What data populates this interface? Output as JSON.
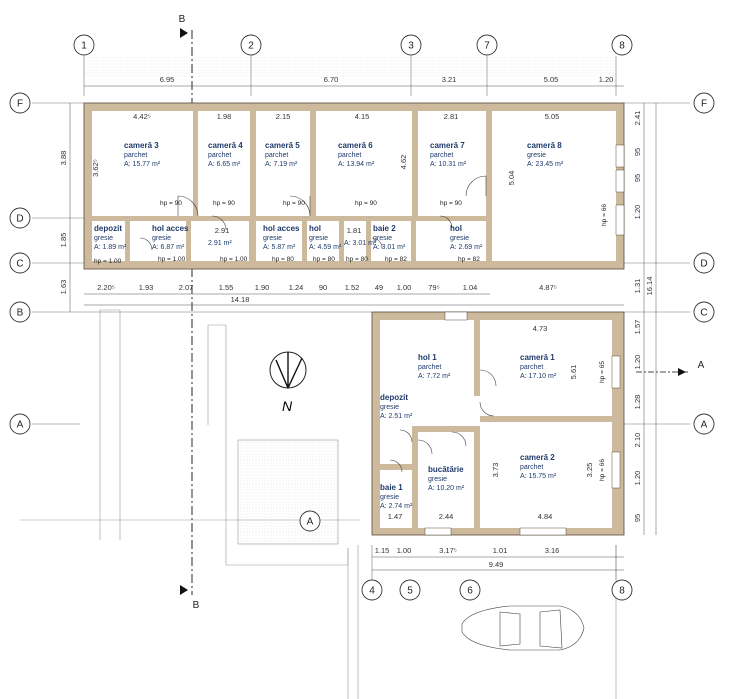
{
  "axes": {
    "top": [
      "1",
      "2",
      "3",
      "7",
      "8"
    ],
    "bottom": [
      "4",
      "5",
      "6",
      "8"
    ],
    "left": [
      "F",
      "D",
      "C",
      "B",
      "A"
    ],
    "right": [
      "F",
      "D",
      "C",
      "A"
    ],
    "section": "B",
    "section_side": "A",
    "inner_a": "A"
  },
  "north": "N",
  "top_dims": [
    "6.95",
    "6.70",
    "3.21",
    "5.05",
    "1.20"
  ],
  "upper_room_widths": [
    "4.42⁵",
    "1.98",
    "2.15",
    "4.15",
    "2.81",
    "5.05"
  ],
  "left_dims": [
    "3.88",
    "3.62⁵",
    "1.85",
    "1.63"
  ],
  "middle_dims": [
    "2.20⁵",
    "1.93",
    "2.07",
    "1.55",
    "1.90",
    "1.24",
    "90",
    "1.52",
    "49",
    "1.00",
    "79⁵",
    "1.04",
    "4.87⁵"
  ],
  "total_upper": "14.18",
  "right_dims": [
    "2.41",
    "95",
    "95",
    "1.20",
    "1.31",
    "16.14",
    "1.57",
    "1.20",
    "1.28",
    "2.10",
    "1.20",
    "95"
  ],
  "inner_dims": [
    "4.62",
    "5.04",
    "2.91",
    "1.81",
    "4.73",
    "5.61",
    "3.73",
    "3.25",
    "1.47",
    "2.44",
    "4.84"
  ],
  "bottom_dims": [
    "1.15",
    "1.00",
    "3.17⁵",
    "1.01",
    "3.16"
  ],
  "total_lower": "9.49",
  "rooms": [
    {
      "name": "cameră 3",
      "finish": "parchet",
      "area": "A: 15.77 m²",
      "hp": "hp = 90"
    },
    {
      "name": "cameră 4",
      "finish": "parchet",
      "area": "A: 6.65 m²",
      "hp": "hp = 90"
    },
    {
      "name": "cameră 5",
      "finish": "parchet",
      "area": "A: 7.19 m²",
      "hp": "hp = 90"
    },
    {
      "name": "cameră 6",
      "finish": "parchet",
      "area": "A: 13.94 m²",
      "hp": "hp = 90"
    },
    {
      "name": "cameră 7",
      "finish": "parchet",
      "area": "A: 10.31 m²",
      "hp": "hp = 90"
    },
    {
      "name": "cameră 8",
      "finish": "gresie",
      "area": "A: 23.45 m²",
      "hp": "hp = 66"
    },
    {
      "name": "depozit",
      "finish": "gresie",
      "area": "A: 1.89 m²",
      "hp": "hp = 1.00"
    },
    {
      "name": "hol acces",
      "finish": "gresie",
      "area": "A: 6.87 m²",
      "hp": "hp = 1.00"
    },
    {
      "name": "",
      "finish": "",
      "area": "2.91 m²",
      "hp": "hp = 1.00"
    },
    {
      "name": "hol acces",
      "finish": "gresie",
      "area": "A: 5.87 m²",
      "hp": "hp = 80"
    },
    {
      "name": "hol",
      "finish": "gresie",
      "area": "A: 4.59 m²",
      "hp": "hp = 80"
    },
    {
      "name": "",
      "finish": "",
      "area": "A: 3.01 m²",
      "hp": "hp = 80"
    },
    {
      "name": "baie 2",
      "finish": "gresie",
      "area": "A: 3.01 m²",
      "hp": "hp = 82"
    },
    {
      "name": "hol",
      "finish": "gresie",
      "area": "A: 2.69 m²",
      "hp": "hp = 82"
    },
    {
      "name": "hol 1",
      "finish": "parchet",
      "area": "A: 7.72 m²",
      "hp": ""
    },
    {
      "name": "cameră 1",
      "finish": "parchet",
      "area": "A: 17.10 m²",
      "hp": "hp = 65"
    },
    {
      "name": "depozit",
      "finish": "gresie",
      "area": "A: 2.51 m²",
      "hp": ""
    },
    {
      "name": "bucătărie",
      "finish": "gresie",
      "area": "A: 10.20 m²",
      "hp": ""
    },
    {
      "name": "cameră 2",
      "finish": "parchet",
      "area": "A: 15.75 m²",
      "hp": "hp = 66"
    },
    {
      "name": "baie 1",
      "finish": "gresie",
      "area": "A: 2.74 m²",
      "hp": ""
    }
  ]
}
